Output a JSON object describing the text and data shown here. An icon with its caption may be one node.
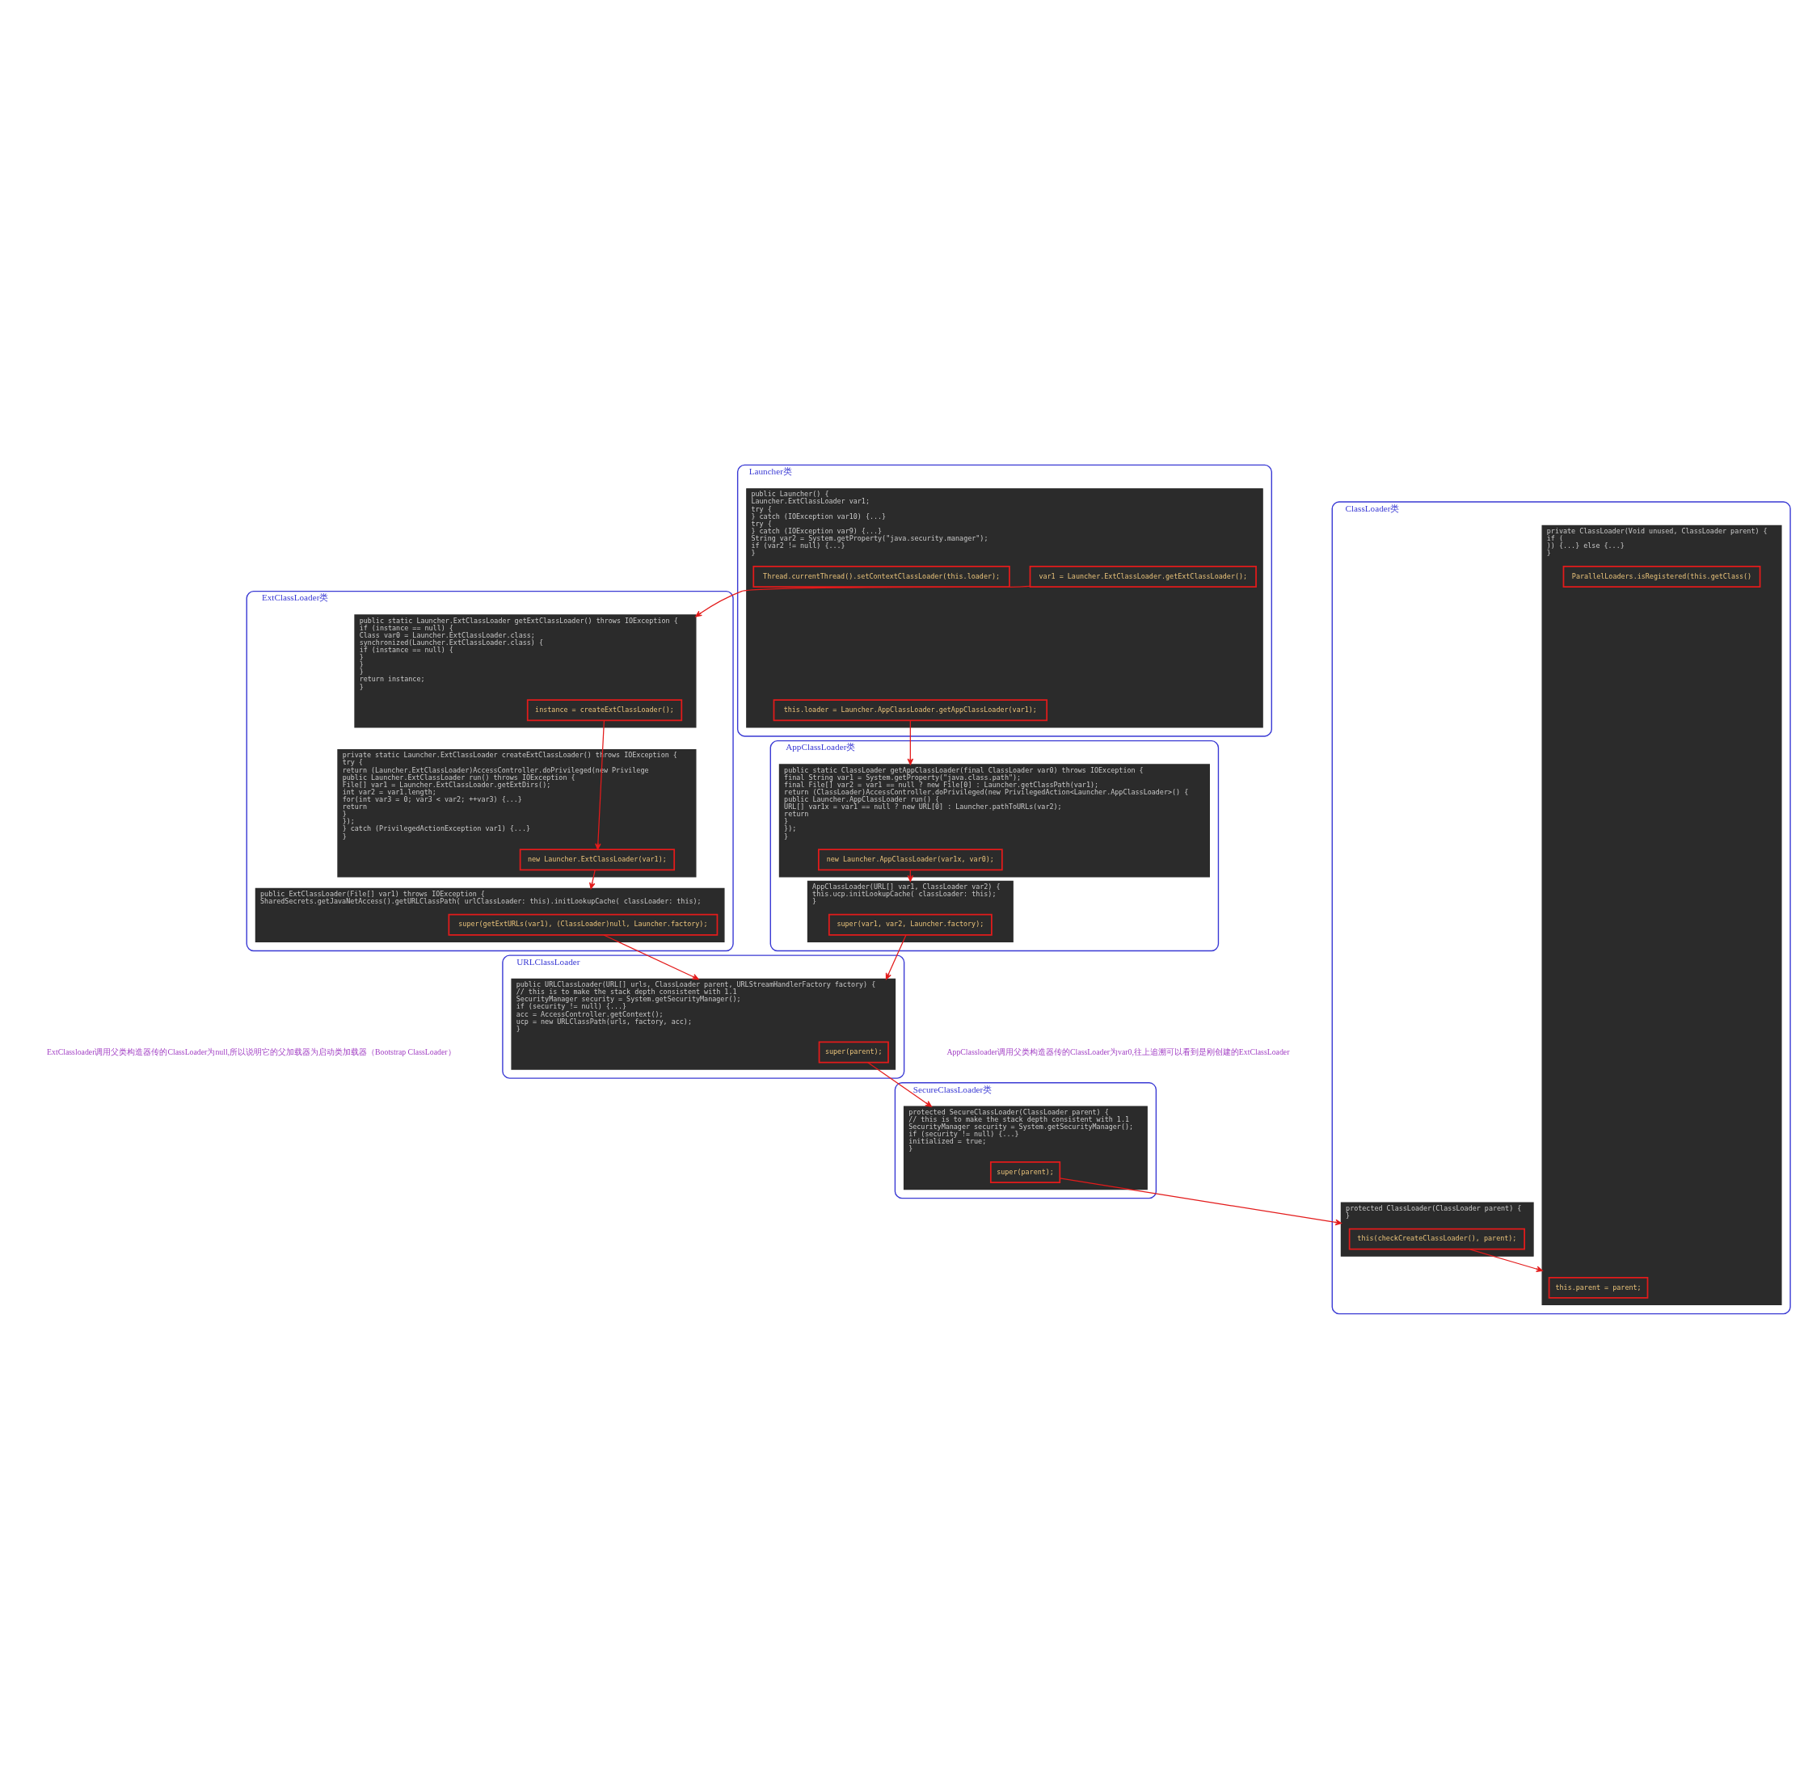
{
  "diagram": {
    "nodes": [
      {
        "text": [
          "Launcher类"
        ]
      },
      {
        "text": [
          "public Launcher() {",
          "Launcher.ExtClassLoader var1;",
          "try {",
          "} catch (IOException var10) {...}",
          "try {",
          "} catch (IOException var9) {...}",
          "String var2 = System.getProperty(\"java.security.manager\");",
          "if (var2 != null) {...}",
          "}"
        ],
        "in": 0
      },
      {
        "text": [
          "var1 = Launcher.ExtClassLoader.getExtClassLoader();"
        ],
        "in": 1
      },
      {
        "text": [
          "this.loader = Launcher.AppClassLoader.getAppClassLoader(var1);"
        ],
        "in": 1
      },
      {
        "text": [
          "Thread.currentThread().setContextClassLoader(this.loader);"
        ],
        "in": 1
      },
      {
        "text": [
          "ExtClassLoader类"
        ]
      },
      {
        "text": [
          "public static Launcher.ExtClassLoader getExtClassLoader() throws IOException {",
          "if (instance == null) {",
          "Class var0 = Launcher.ExtClassLoader.class;",
          "synchronized(Launcher.ExtClassLoader.class) {",
          "if (instance == null) {",
          "}",
          "}",
          "}",
          "return instance;",
          "}"
        ],
        "in": 5
      },
      {
        "text": [
          "instance = createExtClassLoader();"
        ],
        "in": 6
      },
      {
        "text": [
          "private static Launcher.ExtClassLoader createExtClassLoader() throws IOException {",
          "try {",
          "return (Launcher.ExtClassLoader)AccessController.doPrivileged(new Privilege",
          "public Launcher.ExtClassLoader run() throws IOException {",
          "File[] var1 = Launcher.ExtClassLoader.getExtDirs();",
          "int var2 = var1.length;",
          "for(int var3 = 0; var3 < var2; ++var3) {...}",
          "return",
          "}",
          "});",
          "} catch (PrivilegedActionException var1) {...}",
          "}"
        ],
        "in": 5
      },
      {
        "text": [
          "new Launcher.ExtClassLoader(var1);"
        ],
        "in": 8
      },
      {
        "text": [
          "public ExtClassLoader(File[] var1) throws IOException {",
          "SharedSecrets.getJavaNetAccess().getURLClassPath( urlClassLoader: this).initLookupCache( classLoader: this);"
        ],
        "in": 5
      },
      {
        "text": [
          "super(getExtURLs(var1), (ClassLoader)null, Launcher.factory);"
        ],
        "in": 10
      },
      {
        "text": [
          "AppClassLoader类"
        ]
      },
      {
        "text": [
          "public static ClassLoader getAppClassLoader(final ClassLoader var0) throws IOException {",
          "final String var1 = System.getProperty(\"java.class.path\");",
          "final File[] var2 = var1 == null ? new File[0] : Launcher.getClassPath(var1);",
          "return (ClassLoader)AccessController.doPrivileged(new PrivilegedAction<Launcher.AppClassLoader>() {",
          "public Launcher.AppClassLoader run() {",
          "URL[] var1x = var1 == null ? new URL[0] : Launcher.pathToURLs(var2);",
          "return",
          "}",
          "});",
          "}"
        ],
        "in": 12
      },
      {
        "text": [
          "new Launcher.AppClassLoader(var1x, var0);"
        ],
        "in": 13
      },
      {
        "text": [
          "AppClassLoader(URL[] var1, ClassLoader var2) {",
          "this.ucp.initLookupCache( classLoader: this);",
          "}"
        ],
        "in": 12
      },
      {
        "text": [
          "super(var1, var2, Launcher.factory);"
        ],
        "in": 15
      },
      {
        "text": [
          "URLClassLoader"
        ]
      },
      {
        "text": [
          "public URLClassLoader(URL[] urls, ClassLoader parent, URLStreamHandlerFactory factory) {",
          "// this is to make the stack depth consistent with 1.1",
          "SecurityManager security = System.getSecurityManager();",
          "if (security != null) {...}",
          "acc = AccessController.getContext();",
          "ucp = new URLClassPath(urls, factory, acc);",
          "}"
        ],
        "in": 17
      },
      {
        "text": [
          "super(parent);"
        ],
        "in": 18
      },
      {
        "text": [
          "SecureClassLoader类"
        ]
      },
      {
        "text": [
          "protected SecureClassLoader(ClassLoader parent) {",
          "// this is to make the stack depth consistent with 1.1",
          "SecurityManager security = System.getSecurityManager();",
          "if (security != null) {...}",
          "initialized = true;",
          "}"
        ],
        "in": 20
      },
      {
        "text": [
          "super(parent);"
        ],
        "in": 21
      },
      {
        "text": [
          "ClassLoader类"
        ]
      },
      {
        "text": [
          "protected ClassLoader(ClassLoader parent) {",
          "}"
        ],
        "in": 23
      },
      {
        "text": [
          "this(checkCreateClassLoader(), parent);"
        ],
        "in": 24
      },
      {
        "text": [
          "private ClassLoader(Void unused, ClassLoader parent) {",
          "if (",
          ")) {...} else {...}",
          "}"
        ],
        "in": 23
      },
      {
        "text": [
          "this.parent = parent;"
        ],
        "in": 26
      },
      {
        "text": [
          "ParallelLoaders.isRegistered(this.getClass()"
        ],
        "in": 26
      }
    ],
    "edges": [
      {
        "from": 2,
        "to": 6,
        "arrow": "to"
      },
      {
        "from": 3,
        "to": 13,
        "arrow": "to"
      },
      {
        "from": 7,
        "to": 9,
        "arrow": "to"
      },
      {
        "from": 9,
        "to": 10,
        "arrow": "to"
      },
      {
        "from": 14,
        "to": 15,
        "arrow": "to"
      },
      {
        "from": 16,
        "to": 18,
        "arrow": "to"
      },
      {
        "from": 11,
        "to": 18,
        "arrow": "to"
      },
      {
        "from": 19,
        "to": 21,
        "arrow": "to"
      },
      {
        "from": 22,
        "to": 24,
        "arrow": "to"
      },
      {
        "from": 25,
        "to": 26,
        "arrow": "to"
      }
    ],
    "labels": [
      "AppClassloader调用父类构造器传的ClassLoader为var0,往上追溯可以看到是刚创建的ExtClassLoader",
      "ExtClassloader调用父类构造器传的ClassLoader为null,所以说明它的父加载器为启动类加载器（Bootstrap ClassLoader）"
    ]
  }
}
